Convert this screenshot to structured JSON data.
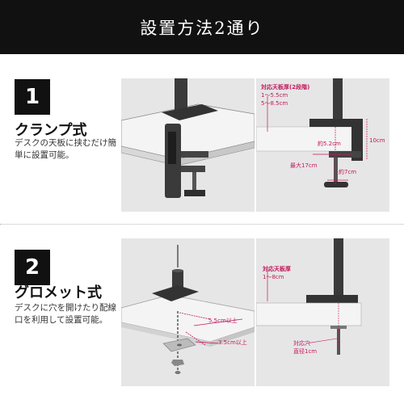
{
  "header": {
    "title": "設置方法2通り"
  },
  "sections": [
    {
      "number": "1",
      "title": "クランプ式",
      "description": "デスクの天板に挟むだけ簡単に設置可能。",
      "labels": {
        "thickness_title": "対応天板厚(2段階)",
        "thickness_1": "1～5.5cm",
        "thickness_2": "5～8.5cm",
        "width_52": "約5.2cm",
        "height_10": "10cm",
        "max_17": "最大17cm",
        "width_7": "約7cm"
      }
    },
    {
      "number": "2",
      "title": "グロメット式",
      "description": "デスクに穴を開けたり配線口を利用して設置可能。",
      "labels": {
        "thickness_title": "対応天板厚",
        "thickness_1": "1～8cm",
        "hole_55": "5.5cm以上",
        "hole_35": "3.5cm以上",
        "hole_title": "対応穴",
        "hole_diameter": "直径1cm"
      }
    }
  ],
  "colors": {
    "header_bg": "#111111",
    "accent": "#c2185b",
    "panel_bg": "#e6e6e6",
    "metal": "#3a3a3a"
  }
}
